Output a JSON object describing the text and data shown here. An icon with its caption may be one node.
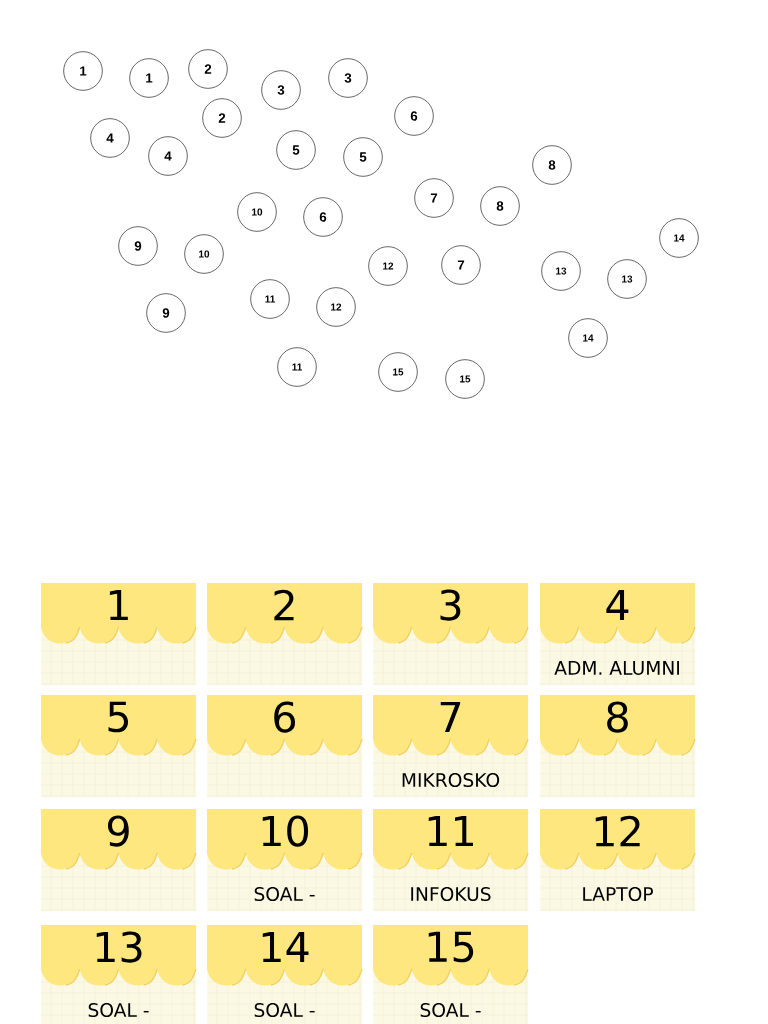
{
  "diagram": {
    "nodes": [
      {
        "text": [
          "1"
        ]
      },
      {
        "text": [
          "1"
        ]
      },
      {
        "text": [
          "2"
        ]
      },
      {
        "text": [
          "3"
        ]
      },
      {
        "text": [
          "3"
        ]
      },
      {
        "text": [
          "2"
        ]
      },
      {
        "text": [
          "6"
        ]
      },
      {
        "text": [
          "4"
        ]
      },
      {
        "text": [
          "4"
        ]
      },
      {
        "text": [
          "5"
        ]
      },
      {
        "text": [
          "5"
        ]
      },
      {
        "text": [
          "8"
        ]
      },
      {
        "text": [
          "7"
        ]
      },
      {
        "text": [
          "8"
        ]
      },
      {
        "text": [
          "10"
        ]
      },
      {
        "text": [
          "6"
        ]
      },
      {
        "text": [
          "14"
        ]
      },
      {
        "text": [
          "9"
        ]
      },
      {
        "text": [
          "10"
        ]
      },
      {
        "text": [
          "12"
        ]
      },
      {
        "text": [
          "7"
        ]
      },
      {
        "text": [
          "13"
        ]
      },
      {
        "text": [
          "13"
        ]
      },
      {
        "text": [
          "9"
        ]
      },
      {
        "text": [
          "11"
        ]
      },
      {
        "text": [
          "12"
        ]
      },
      {
        "text": [
          "14"
        ]
      },
      {
        "text": [
          "11"
        ]
      },
      {
        "text": [
          "15"
        ]
      },
      {
        "text": [
          "15"
        ]
      },
      {
        "text": [
          "1"
        ]
      },
      {
        "text": [
          "2"
        ]
      },
      {
        "text": [
          "3"
        ]
      },
      {
        "text": [
          "4",
          "ADM. ALUMNI"
        ]
      },
      {
        "text": [
          "5"
        ]
      },
      {
        "text": [
          "6"
        ]
      },
      {
        "text": [
          "7",
          "MIKROSKO"
        ]
      },
      {
        "text": [
          "8"
        ]
      },
      {
        "text": [
          "9"
        ]
      },
      {
        "text": [
          "10",
          "SOAL -"
        ]
      },
      {
        "text": [
          "11",
          "INFOKUS"
        ]
      },
      {
        "text": [
          "12",
          "LAPTOP"
        ]
      },
      {
        "text": [
          "13",
          "SOAL -"
        ]
      },
      {
        "text": [
          "14",
          "SOAL -"
        ]
      },
      {
        "text": [
          "15",
          "SOAL -"
        ]
      }
    ]
  }
}
